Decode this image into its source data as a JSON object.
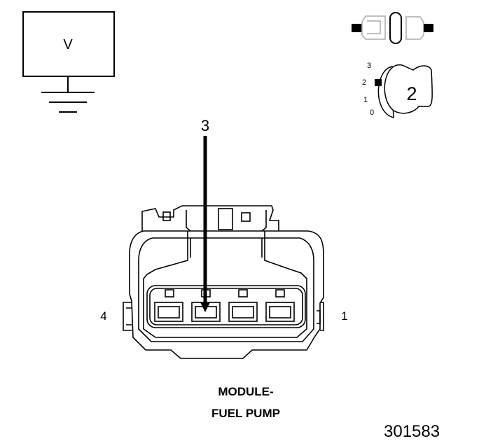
{
  "meter": {
    "symbol": "V"
  },
  "ignition": {
    "positions": [
      "3",
      "2",
      "1",
      "0"
    ],
    "selected": "2"
  },
  "connector": {
    "probe_pin": "3",
    "left_pin": "4",
    "right_pin": "1",
    "caption_line1": "MODULE-",
    "caption_line2": "FUEL PUMP"
  },
  "figure_number": "301583"
}
